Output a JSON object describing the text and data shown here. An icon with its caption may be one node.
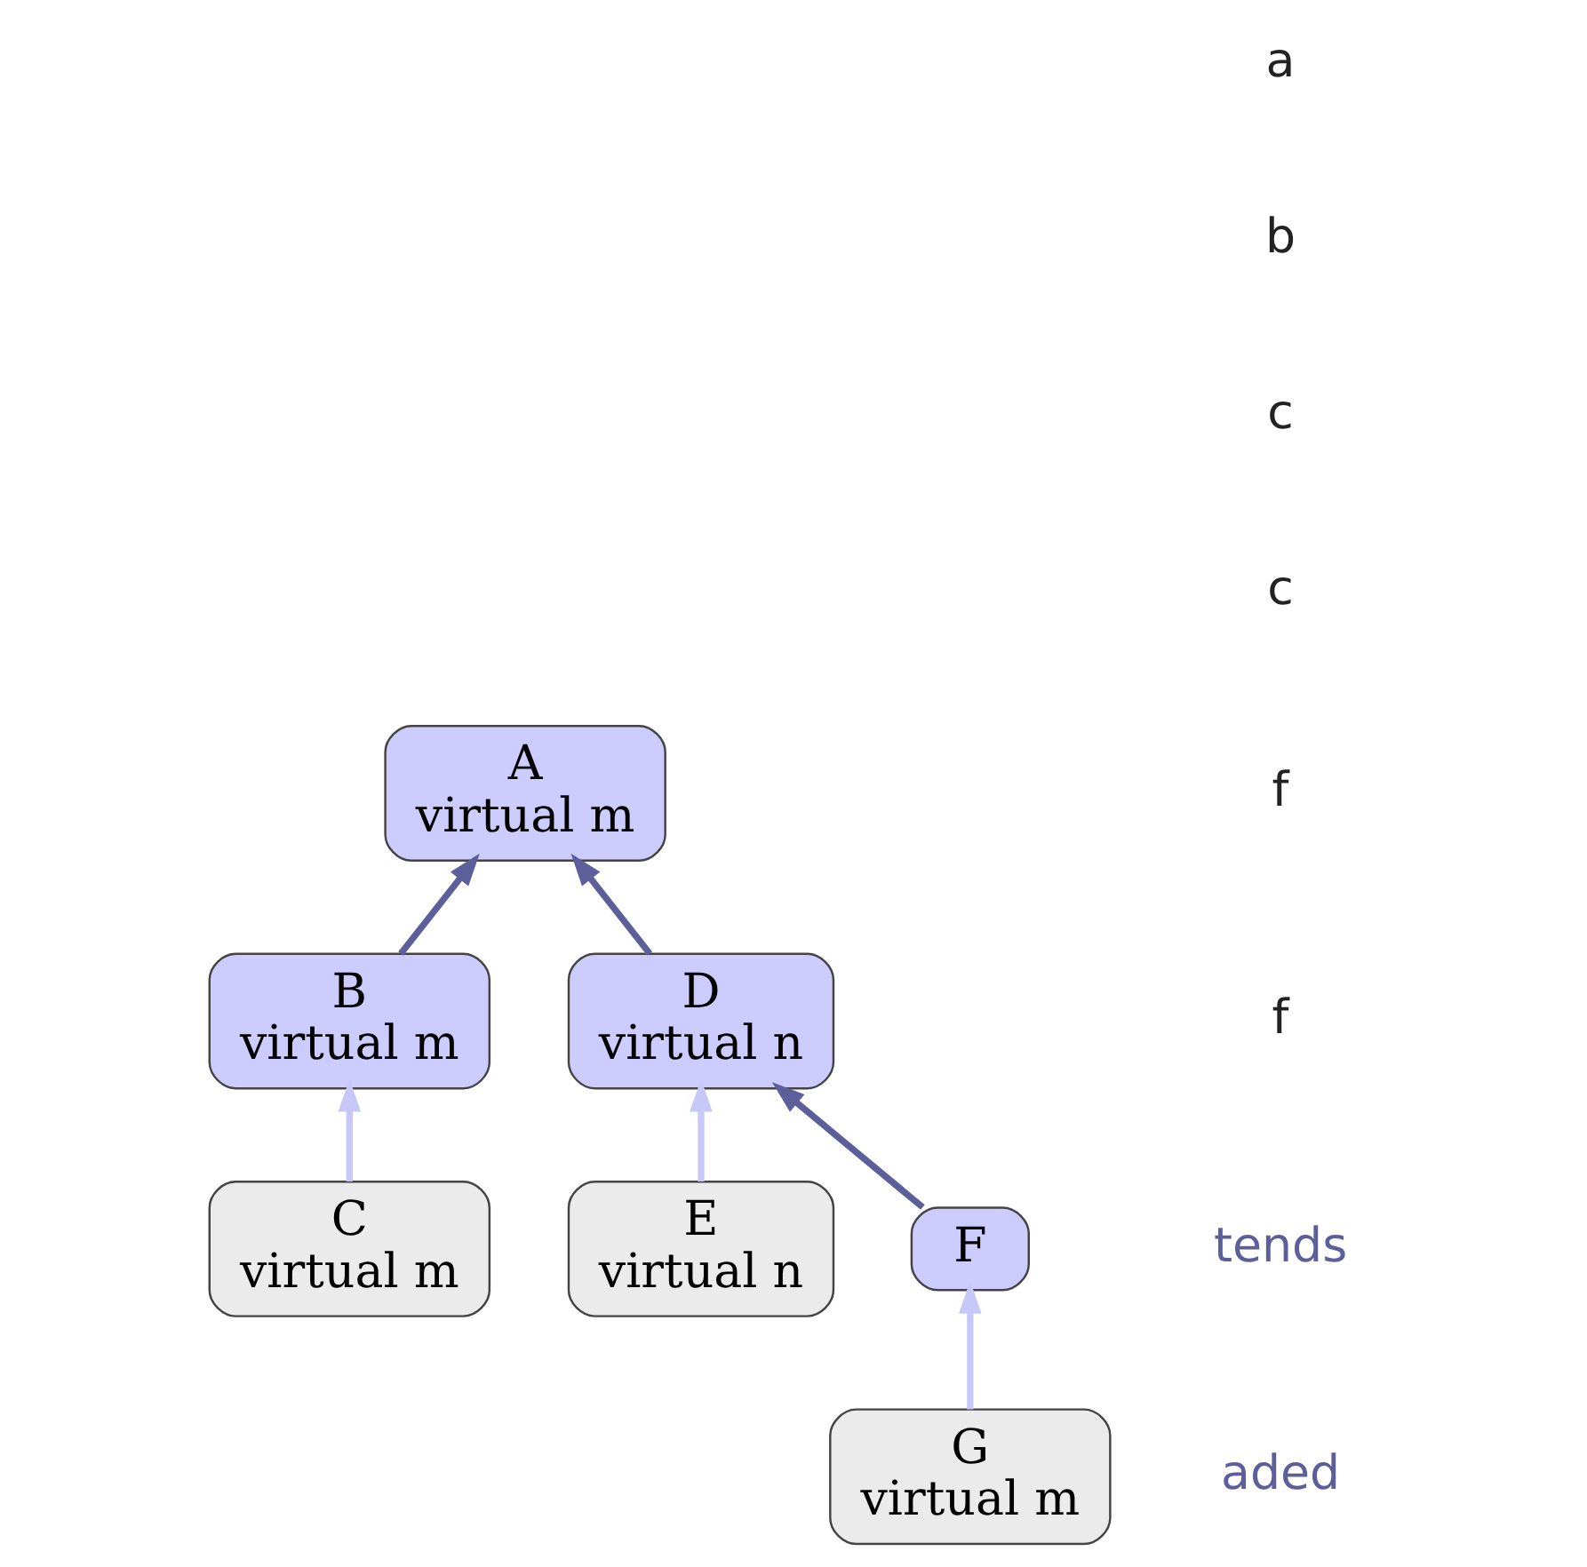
{
  "diagram": {
    "nodes": [
      {
        "text": [
          "A",
          "virtual m"
        ]
      },
      {
        "text": [
          "B",
          "virtual m"
        ]
      },
      {
        "text": [
          "C",
          "virtual m"
        ]
      },
      {
        "text": [
          "D",
          "virtual n"
        ]
      },
      {
        "text": [
          "E",
          "virtual n"
        ]
      },
      {
        "text": [
          "F"
        ]
      },
      {
        "text": [
          "G",
          "virtual m"
        ]
      }
    ],
    "edges": [
      {
        "from": 1,
        "to": 0,
        "arrow": "to"
      },
      {
        "from": 3,
        "to": 0,
        "arrow": "to"
      },
      {
        "from": 2,
        "to": 1,
        "arrow": "to",
        "color": "#c8c8f8"
      },
      {
        "from": 4,
        "to": 3,
        "arrow": "to",
        "color": "#c8c8f8"
      },
      {
        "from": 5,
        "to": 3,
        "arrow": "to"
      },
      {
        "from": 6,
        "to": 5,
        "arrow": "to",
        "color": "#c8c8f8"
      }
    ],
    "labels": [
      "a",
      "b",
      "c",
      "c",
      "f",
      "f",
      "tends",
      "aded"
    ]
  }
}
